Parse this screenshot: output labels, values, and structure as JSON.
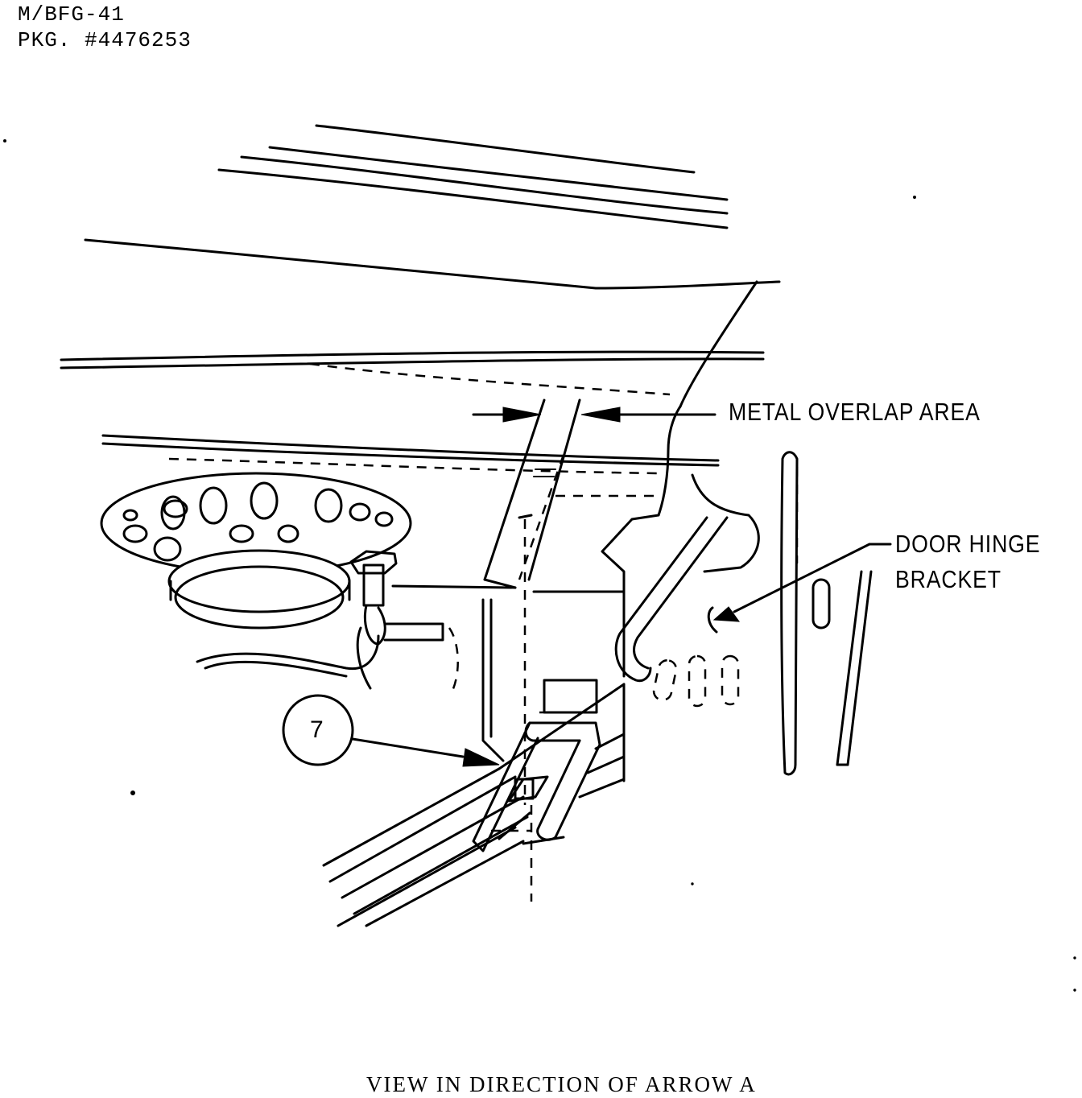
{
  "header": {
    "model": "M/BFG-41",
    "package": "PKG. #4476253"
  },
  "labels": {
    "metal_overlap": "METAL OVERLAP AREA",
    "door_hinge_line1": "DOOR HINGE",
    "door_hinge_line2": "BRACKET",
    "callout_number": "7"
  },
  "caption": "VIEW IN DIRECTION OF ARROW A"
}
